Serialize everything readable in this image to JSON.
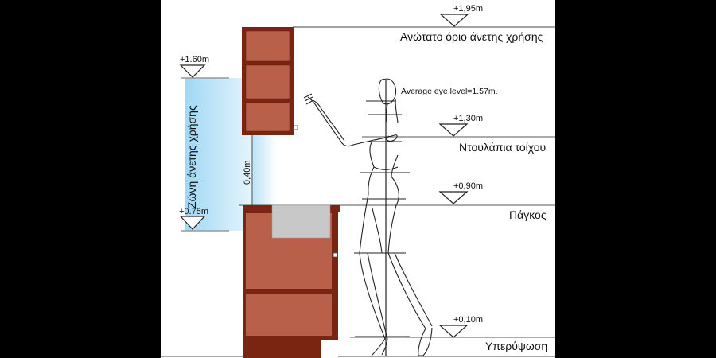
{
  "levels": [
    {
      "id": "max-reach",
      "marker": "+1,95m",
      "label": "Ανώτατο όριο άνετης χρήσης"
    },
    {
      "id": "wall-cabinets",
      "marker": "+1,30m",
      "label": "Ντουλάπια τοίχου"
    },
    {
      "id": "counter",
      "marker": "+0,90m",
      "label": "Πάγκος"
    },
    {
      "id": "plinth",
      "marker": "+0,10m",
      "label": "Υπερύψωση"
    }
  ],
  "comfort_zone": {
    "label": "Ζώνη άνετης χρήσης",
    "top_marker": "+1.60m",
    "bottom_marker": "+0.75m",
    "color": "#a8dcf5"
  },
  "gap_dimension": "0,40m",
  "eye_level": "Average eye level=1.57m.",
  "colors": {
    "cabinet_frame": "#7a2412",
    "cabinet_panel": "#b9604a",
    "sink": "#c8c8c8",
    "line": "#555555",
    "background": "#ffffff"
  }
}
